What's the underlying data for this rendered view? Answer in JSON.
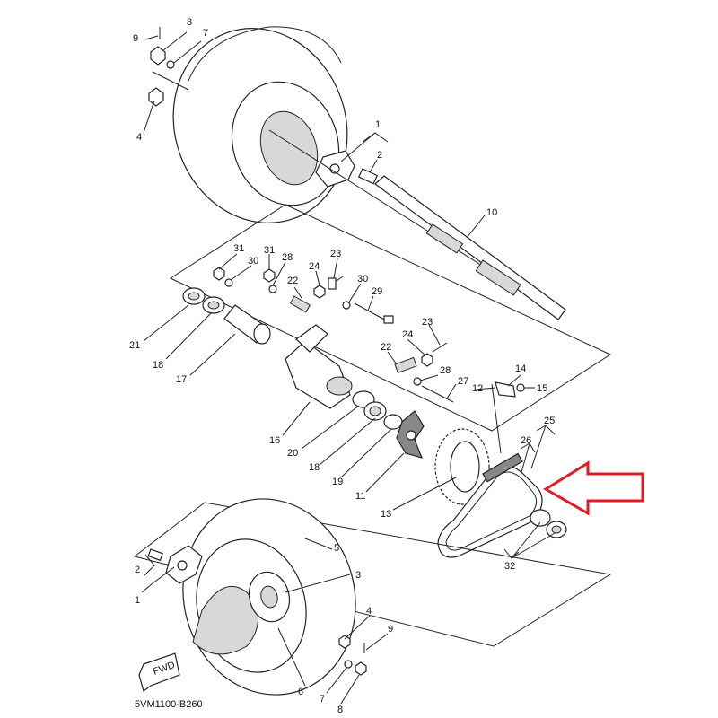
{
  "diagram": {
    "code": "5VM1100-B260",
    "fwd_label": "FWD",
    "callouts": {
      "c1_top": "1",
      "c2_top": "2",
      "c4_top": "4",
      "c7_top": "7",
      "c8_top": "8",
      "c9_top": "9",
      "c10": "10",
      "c11": "11",
      "c12": "12",
      "c13": "13",
      "c14": "14",
      "c15": "15",
      "c16": "16",
      "c17": "17",
      "c18_a": "18",
      "c18_b": "18",
      "c19": "19",
      "c20": "20",
      "c21": "21",
      "c22_a": "22",
      "c22_b": "22",
      "c23_a": "23",
      "c23_b": "23",
      "c24_a": "24",
      "c24_b": "24",
      "c25": "25",
      "c26": "26",
      "c27": "27",
      "c28_a": "28",
      "c28_b": "28",
      "c29": "29",
      "c30_a": "30",
      "c30_b": "30",
      "c31_a": "31",
      "c31_b": "31",
      "c32": "32",
      "c1_bot": "1",
      "c2_bot": "2",
      "c3": "3",
      "c4_bot": "4",
      "c5": "5",
      "c6": "6",
      "c7_bot": "7",
      "c8_bot": "8",
      "c9_bot": "9"
    },
    "highlight_color": "#e01b24"
  }
}
